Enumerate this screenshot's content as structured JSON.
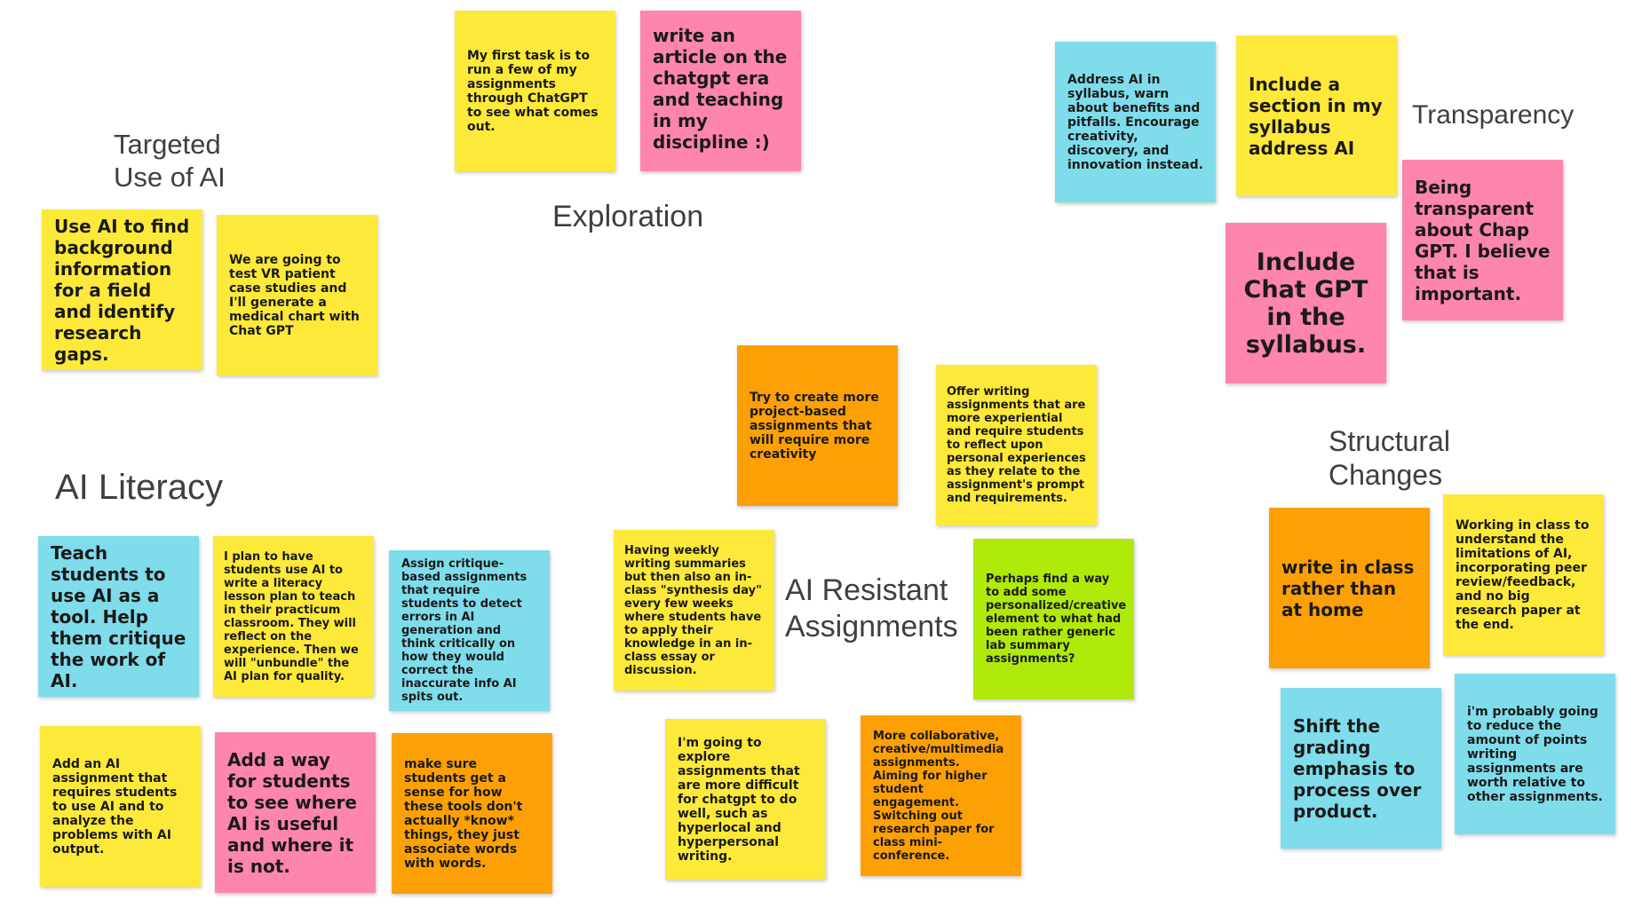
{
  "colors": {
    "yellow": "#fde93a",
    "pink": "#fe85ab",
    "cyan": "#7fdcea",
    "orange": "#fca006",
    "green": "#b0ea0a",
    "heading_text": "#3c4043"
  },
  "headings": {
    "targeted_use": "Targeted\nUse of AI",
    "exploration": "Exploration",
    "transparency": "Transparency",
    "ai_literacy": "AI Literacy",
    "structural_changes": "Structural\nChanges",
    "ai_resistant": "AI Resistant\nAssignments"
  },
  "notes": {
    "n01": "My first task is to run a few of my assignments through ChatGPT to see what comes out.",
    "n02": "write an article on the chatgpt era and teaching in my discipline :)",
    "n03": "Address AI in syllabus, warn about benefits and pitfalls. Encourage creativity, discovery, and innovation instead.",
    "n04": "Include a section in my syllabus address AI",
    "n05": "Being transparent about Chap GPT. I believe that is important.",
    "n06": "Include Chat GPT in the syllabus.",
    "n07": "Use AI to find background information for a field and identify research gaps.",
    "n08": "We are going to test VR patient case studies and I'll generate a medical chart with Chat GPT",
    "n09": "Try to create more project-based assignments that will require more creativity",
    "n10": "Offer writing assignments that are more experiential and require students to reflect upon personal experiences as they relate to the assignment's prompt and requirements.",
    "n11": "Having weekly writing summaries but then also an in-class \"synthesis day\" every few weeks where students have to apply their knowledge in an in-class essay or discussion.",
    "n12": "Perhaps find a way to add some personalized/creative element to what had been rather generic lab summary assignments?",
    "n13": "I'm going to explore assignments that are more difficult for chatgpt to do well, such as hyperlocal and hyperpersonal writing.",
    "n14": "More collaborative, creative/multimedia assignments.  Aiming for higher student engagement. Switching out research paper for class mini-conference.",
    "n15": "Teach students to use AI as a tool. Help them critique the work of AI.",
    "n16": "I plan to have students use AI to write a literacy lesson plan to teach in their practicum classroom. They will reflect on the experience. Then we will \"unbundle\" the AI plan for quality.",
    "n17": "Assign critique-based assignments that require students to detect errors in AI generation and think critically on how they would correct the inaccurate info AI spits out.",
    "n18": "Add an AI assignment that requires students to use AI and to analyze the problems with AI output.",
    "n19": "Add a way for students to see where AI is useful and where it is not.",
    "n20": "make sure students get a sense for how these tools don't actually *know* things, they just associate words with words.",
    "n21": "write in class rather than at home",
    "n22": "Working in class to understand the limitations of AI, incorporating peer review/feedback, and no big research paper at the end.",
    "n23": "Shift the grading emphasis to process over product.",
    "n24": "i'm probably going to reduce the amount of points writing assignments are worth relative to other assignments."
  }
}
